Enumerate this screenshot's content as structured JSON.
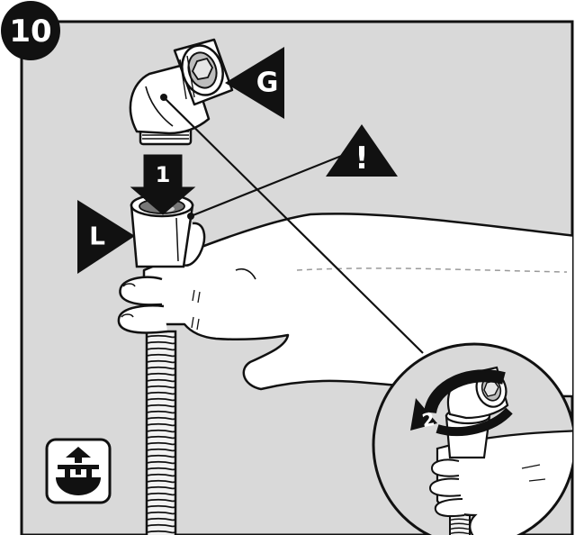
{
  "step": {
    "number": "10"
  },
  "labels": {
    "part_g": "G",
    "part_l": "L",
    "warning": "!",
    "action_1": "1",
    "action_2": "2"
  },
  "badge": {
    "icon": "symmetric-mount-icon"
  },
  "colors": {
    "panel_bg": "#d9d9d9",
    "ink": "#111111",
    "paper": "#ffffff"
  }
}
